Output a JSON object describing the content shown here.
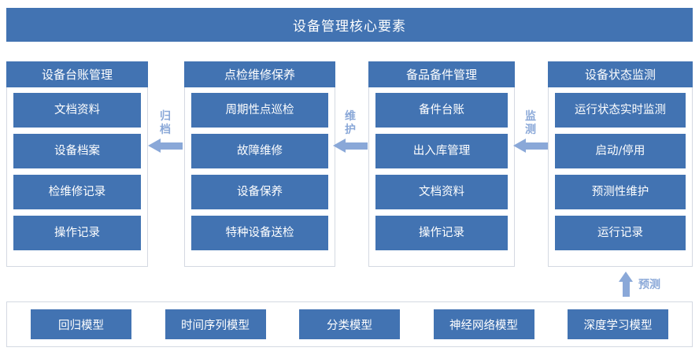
{
  "header": {
    "title": "设备管理核心要素"
  },
  "colors": {
    "primary_blue": "#4273b2",
    "arrow_blue": "#8aa8d8",
    "border_gray": "#d4d9e2",
    "background": "#ffffff"
  },
  "columns": [
    {
      "title": "设备台账管理",
      "items": [
        "文档资料",
        "设备档案",
        "检维修记录",
        "操作记录"
      ]
    },
    {
      "title": "点检维修保养",
      "items": [
        "周期性点巡检",
        "故障维修",
        "设备保养",
        "特种设备送检"
      ]
    },
    {
      "title": "备品备件管理",
      "items": [
        "备件台账",
        "出入库管理",
        "文档资料",
        "操作记录"
      ]
    },
    {
      "title": "设备状态监测",
      "items": [
        "运行状态实时监测",
        "启动/停用",
        "预测性维护",
        "运行记录"
      ]
    }
  ],
  "arrows": [
    {
      "label": "归档",
      "direction": "left"
    },
    {
      "label": "维护",
      "direction": "left"
    },
    {
      "label": "监测",
      "direction": "left"
    },
    {
      "label": "预测",
      "direction": "up"
    }
  ],
  "models": {
    "items": [
      "回归模型",
      "时间序列模型",
      "分类模型",
      "神经网络模型",
      "深度学习模型"
    ]
  }
}
